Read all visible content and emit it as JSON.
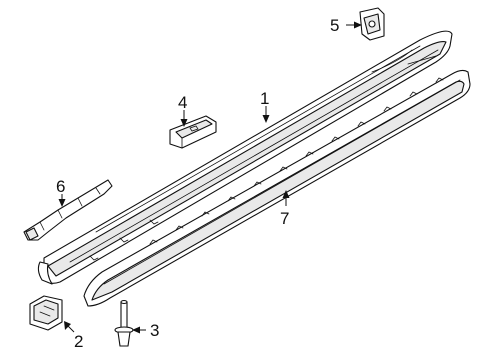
{
  "callouts": {
    "c1": "1",
    "c2": "2",
    "c3": "3",
    "c4": "4",
    "c5": "5",
    "c6": "6",
    "c7": "7"
  },
  "colors": {
    "line": "#111111",
    "shade": "#e9e9e9",
    "background": "#ffffff"
  }
}
